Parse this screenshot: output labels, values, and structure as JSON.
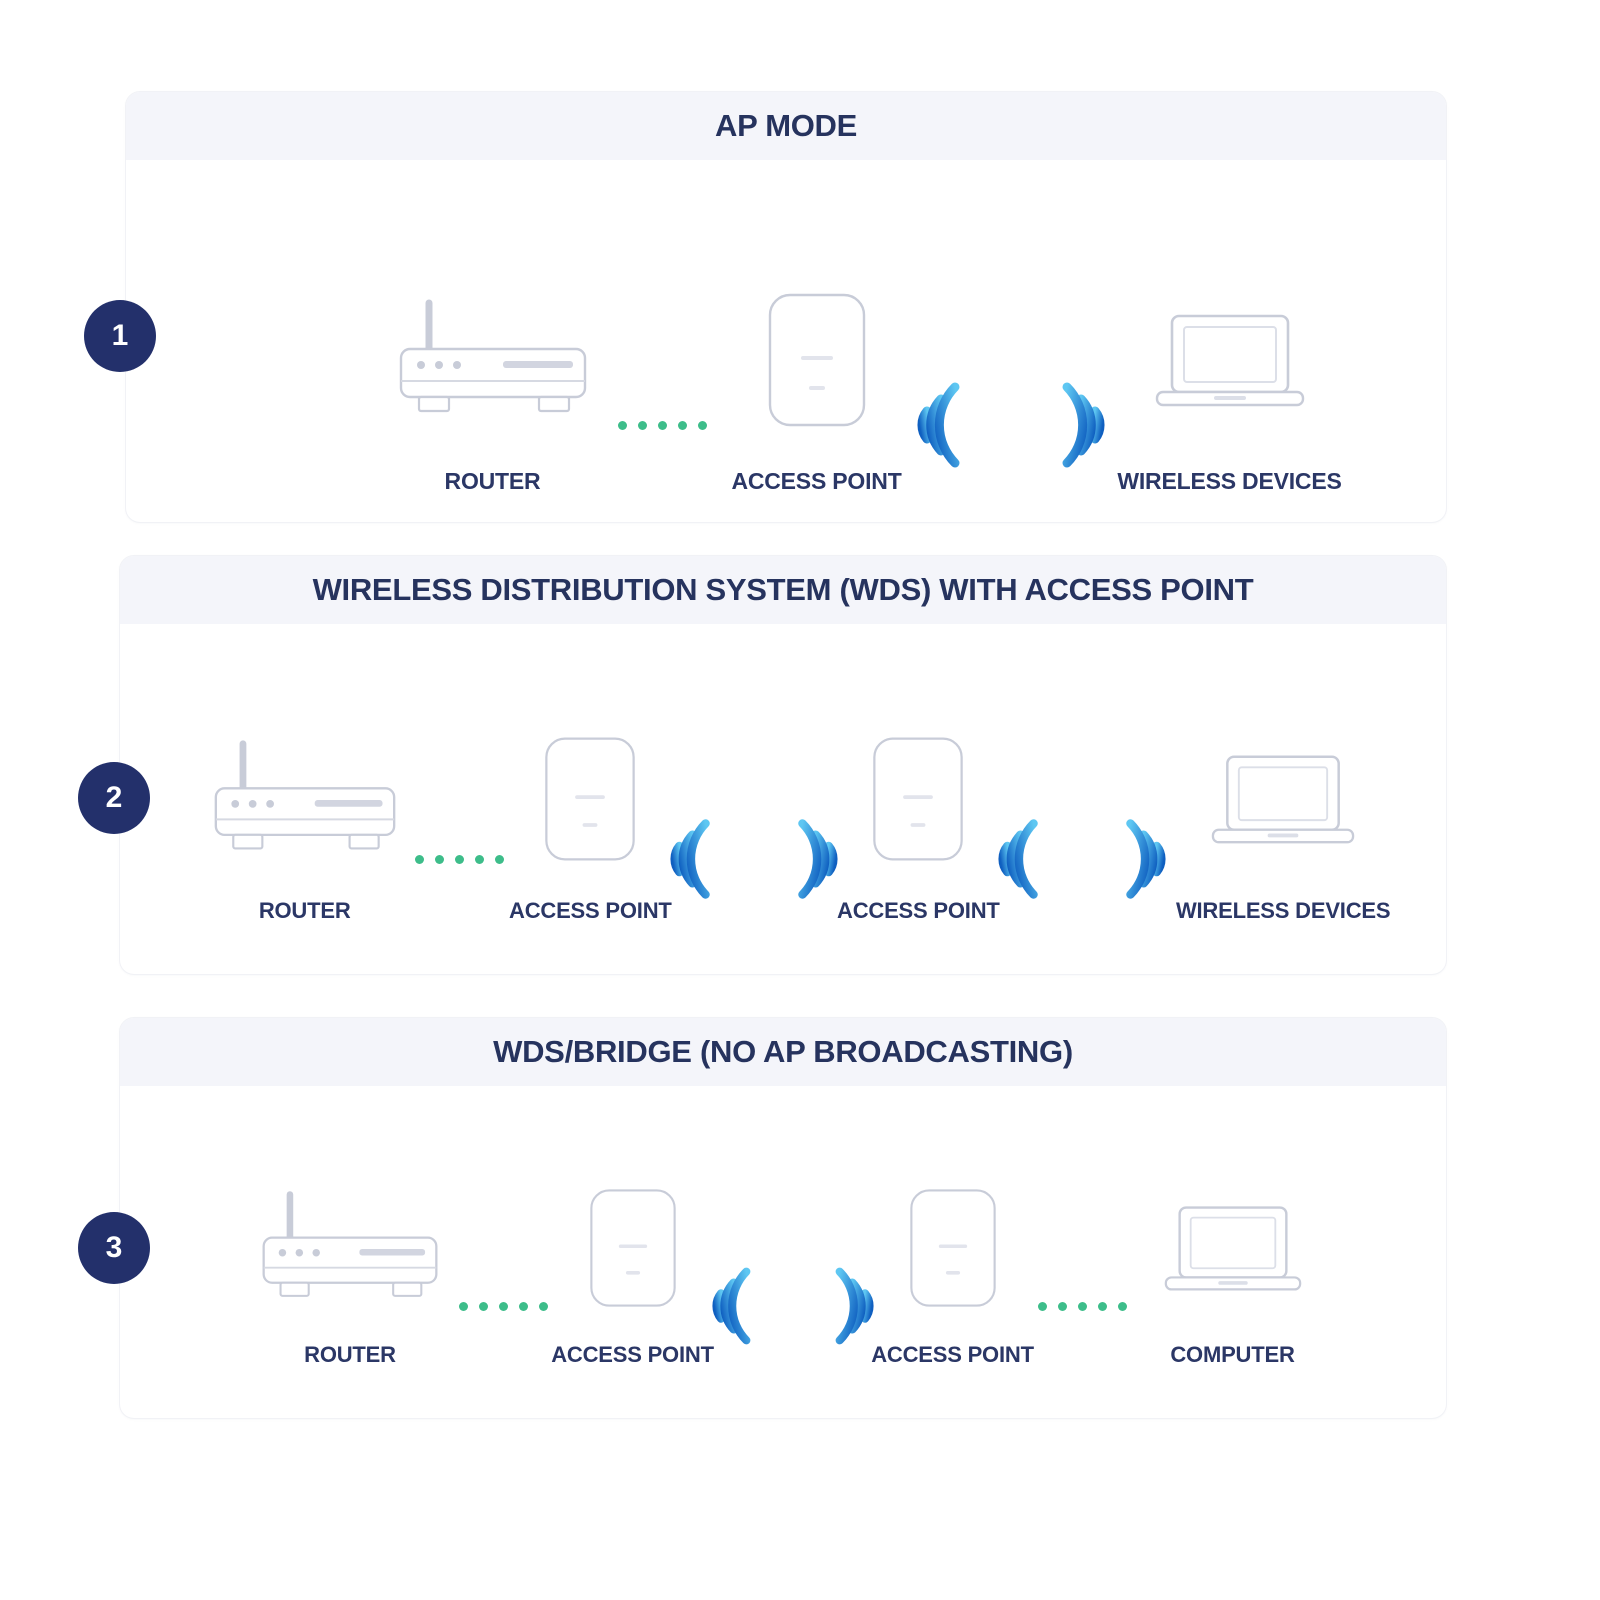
{
  "colors": {
    "badge_bg": "#23306b",
    "badge_text": "#ffffff",
    "title_text": "#26335e",
    "label_text": "#2b3766",
    "panel_header_bg": "#f4f5fa",
    "panel_bg": "#ffffff",
    "link_dot_green": "#3dbd8a",
    "wifi_blue_light": "#56c2f0",
    "wifi_blue_dark": "#1164c4",
    "device_outline": "#c8ccd8"
  },
  "panels": [
    {
      "number": "1",
      "title": "AP MODE",
      "nodes": [
        {
          "label": "ROUTER",
          "icon": "router-icon"
        },
        {
          "label": "ACCESS POINT",
          "icon": "access-point-icon"
        },
        {
          "label": "WIRELESS DEVICES",
          "icon": "laptop-icon"
        }
      ],
      "links": [
        {
          "type": "ethernet-dotted-link",
          "dot_count": 5
        },
        {
          "type": "wifi-wave-link"
        }
      ]
    },
    {
      "number": "2",
      "title": "WIRELESS DISTRIBUTION SYSTEM (WDS) WITH ACCESS POINT",
      "nodes": [
        {
          "label": "ROUTER",
          "icon": "router-icon"
        },
        {
          "label": "ACCESS POINT",
          "icon": "access-point-icon"
        },
        {
          "label": "ACCESS POINT",
          "icon": "access-point-icon"
        },
        {
          "label": "WIRELESS DEVICES",
          "icon": "laptop-icon"
        }
      ],
      "links": [
        {
          "type": "ethernet-dotted-link",
          "dot_count": 5
        },
        {
          "type": "wifi-wave-link"
        },
        {
          "type": "wifi-wave-link"
        }
      ]
    },
    {
      "number": "3",
      "title": "WDS/BRIDGE (NO AP BROADCASTING)",
      "nodes": [
        {
          "label": "ROUTER",
          "icon": "router-icon"
        },
        {
          "label": "ACCESS POINT",
          "icon": "access-point-icon"
        },
        {
          "label": "ACCESS POINT",
          "icon": "access-point-icon"
        },
        {
          "label": "COMPUTER",
          "icon": "laptop-icon"
        }
      ],
      "links": [
        {
          "type": "ethernet-dotted-link",
          "dot_count": 5
        },
        {
          "type": "wifi-wave-link"
        },
        {
          "type": "ethernet-dotted-link",
          "dot_count": 5
        }
      ]
    }
  ]
}
